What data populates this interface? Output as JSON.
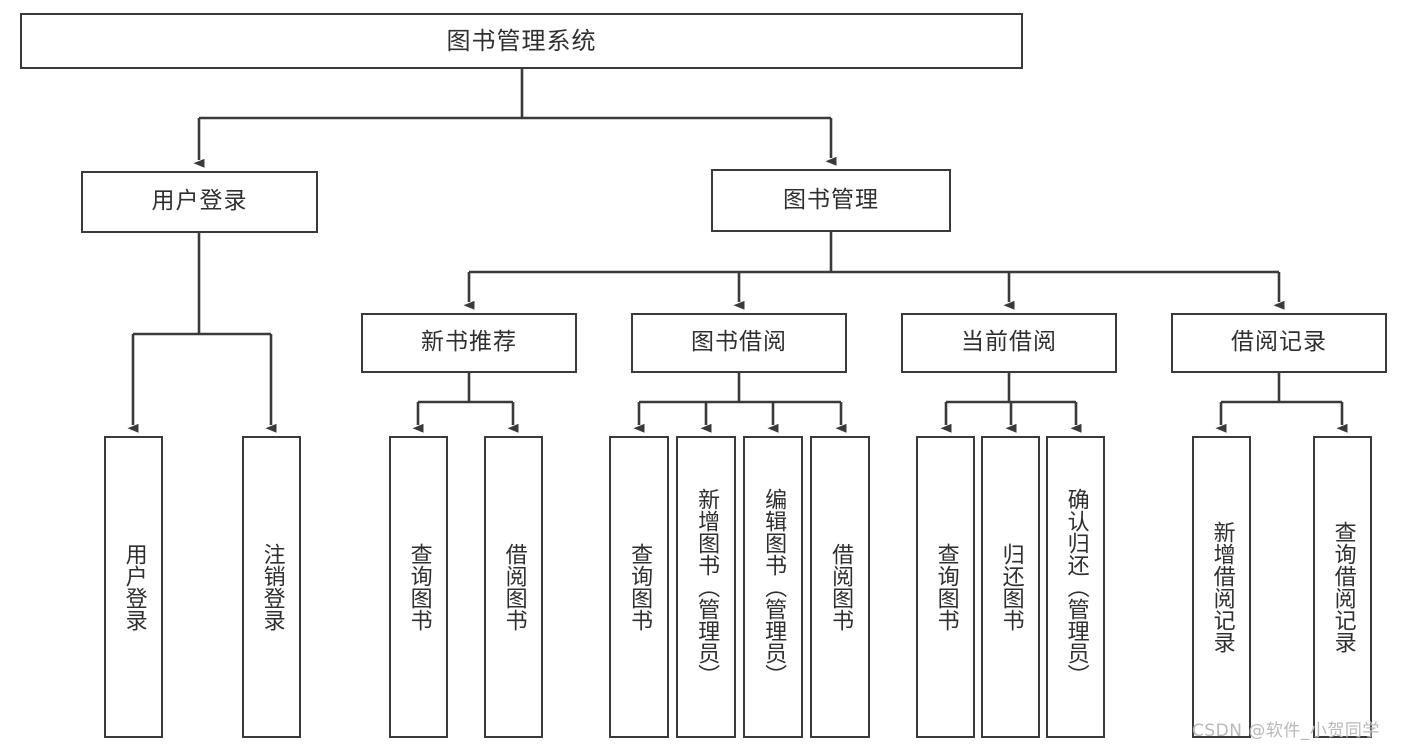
{
  "diagram": {
    "title": "图书管理系统",
    "type": "hierarchy-tree",
    "stroke_color": "#3a3a3a",
    "text_color": "#2f2f2f",
    "background": "#ffffff"
  },
  "nodes": {
    "root": {
      "label": "图书管理系统"
    },
    "level1": [
      {
        "label": "用户登录"
      },
      {
        "label": "图书管理"
      }
    ],
    "level2": [
      {
        "label": "新书推荐"
      },
      {
        "label": "图书借阅"
      },
      {
        "label": "当前借阅"
      },
      {
        "label": "借阅记录"
      }
    ],
    "leaves": {
      "user_login": [
        {
          "label": "用户登录"
        },
        {
          "label": "注销登录"
        }
      ],
      "new_book": [
        {
          "label": "查询图书"
        },
        {
          "label": "借阅图书"
        }
      ],
      "book_borrow": [
        {
          "label": "查询图书"
        },
        {
          "label": "新增图书（管理员）"
        },
        {
          "label": "编辑图书（管理员）"
        },
        {
          "label": "借阅图书"
        }
      ],
      "current_borrow": [
        {
          "label": "查询图书"
        },
        {
          "label": "归还图书"
        },
        {
          "label": "确认归还（管理员）"
        }
      ],
      "borrow_record": [
        {
          "label": "新增借阅记录"
        },
        {
          "label": "查询借阅记录"
        }
      ]
    }
  },
  "watermark": {
    "text": "CSDN @软件_小贺同学"
  }
}
